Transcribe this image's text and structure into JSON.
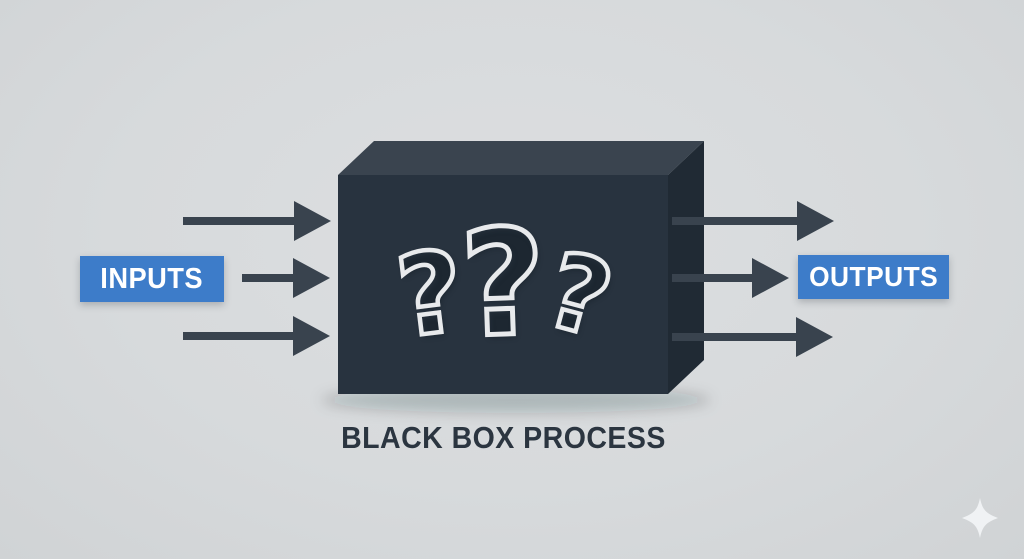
{
  "background_color": "#d8dadc",
  "colors": {
    "box_front": "#28333f",
    "box_top": "#3a444f",
    "box_side": "#202a34",
    "arrow": "#39434e",
    "label_bg": "#3d7cc9",
    "label_text": "#ffffff",
    "caption_text": "#2b3540",
    "question_mark_stroke": "#e8eaec",
    "sparkle": "#f0f2f4",
    "shadow": "rgba(25,35,45,0.20)"
  },
  "labels": {
    "inputs": "INPUTS",
    "outputs": "OUTPUTS"
  },
  "box": {
    "caption": "BLACK BOX PROCESS",
    "question_marks": [
      "?",
      "?",
      "?"
    ]
  },
  "icons": {
    "sparkle_icon": "✦"
  }
}
